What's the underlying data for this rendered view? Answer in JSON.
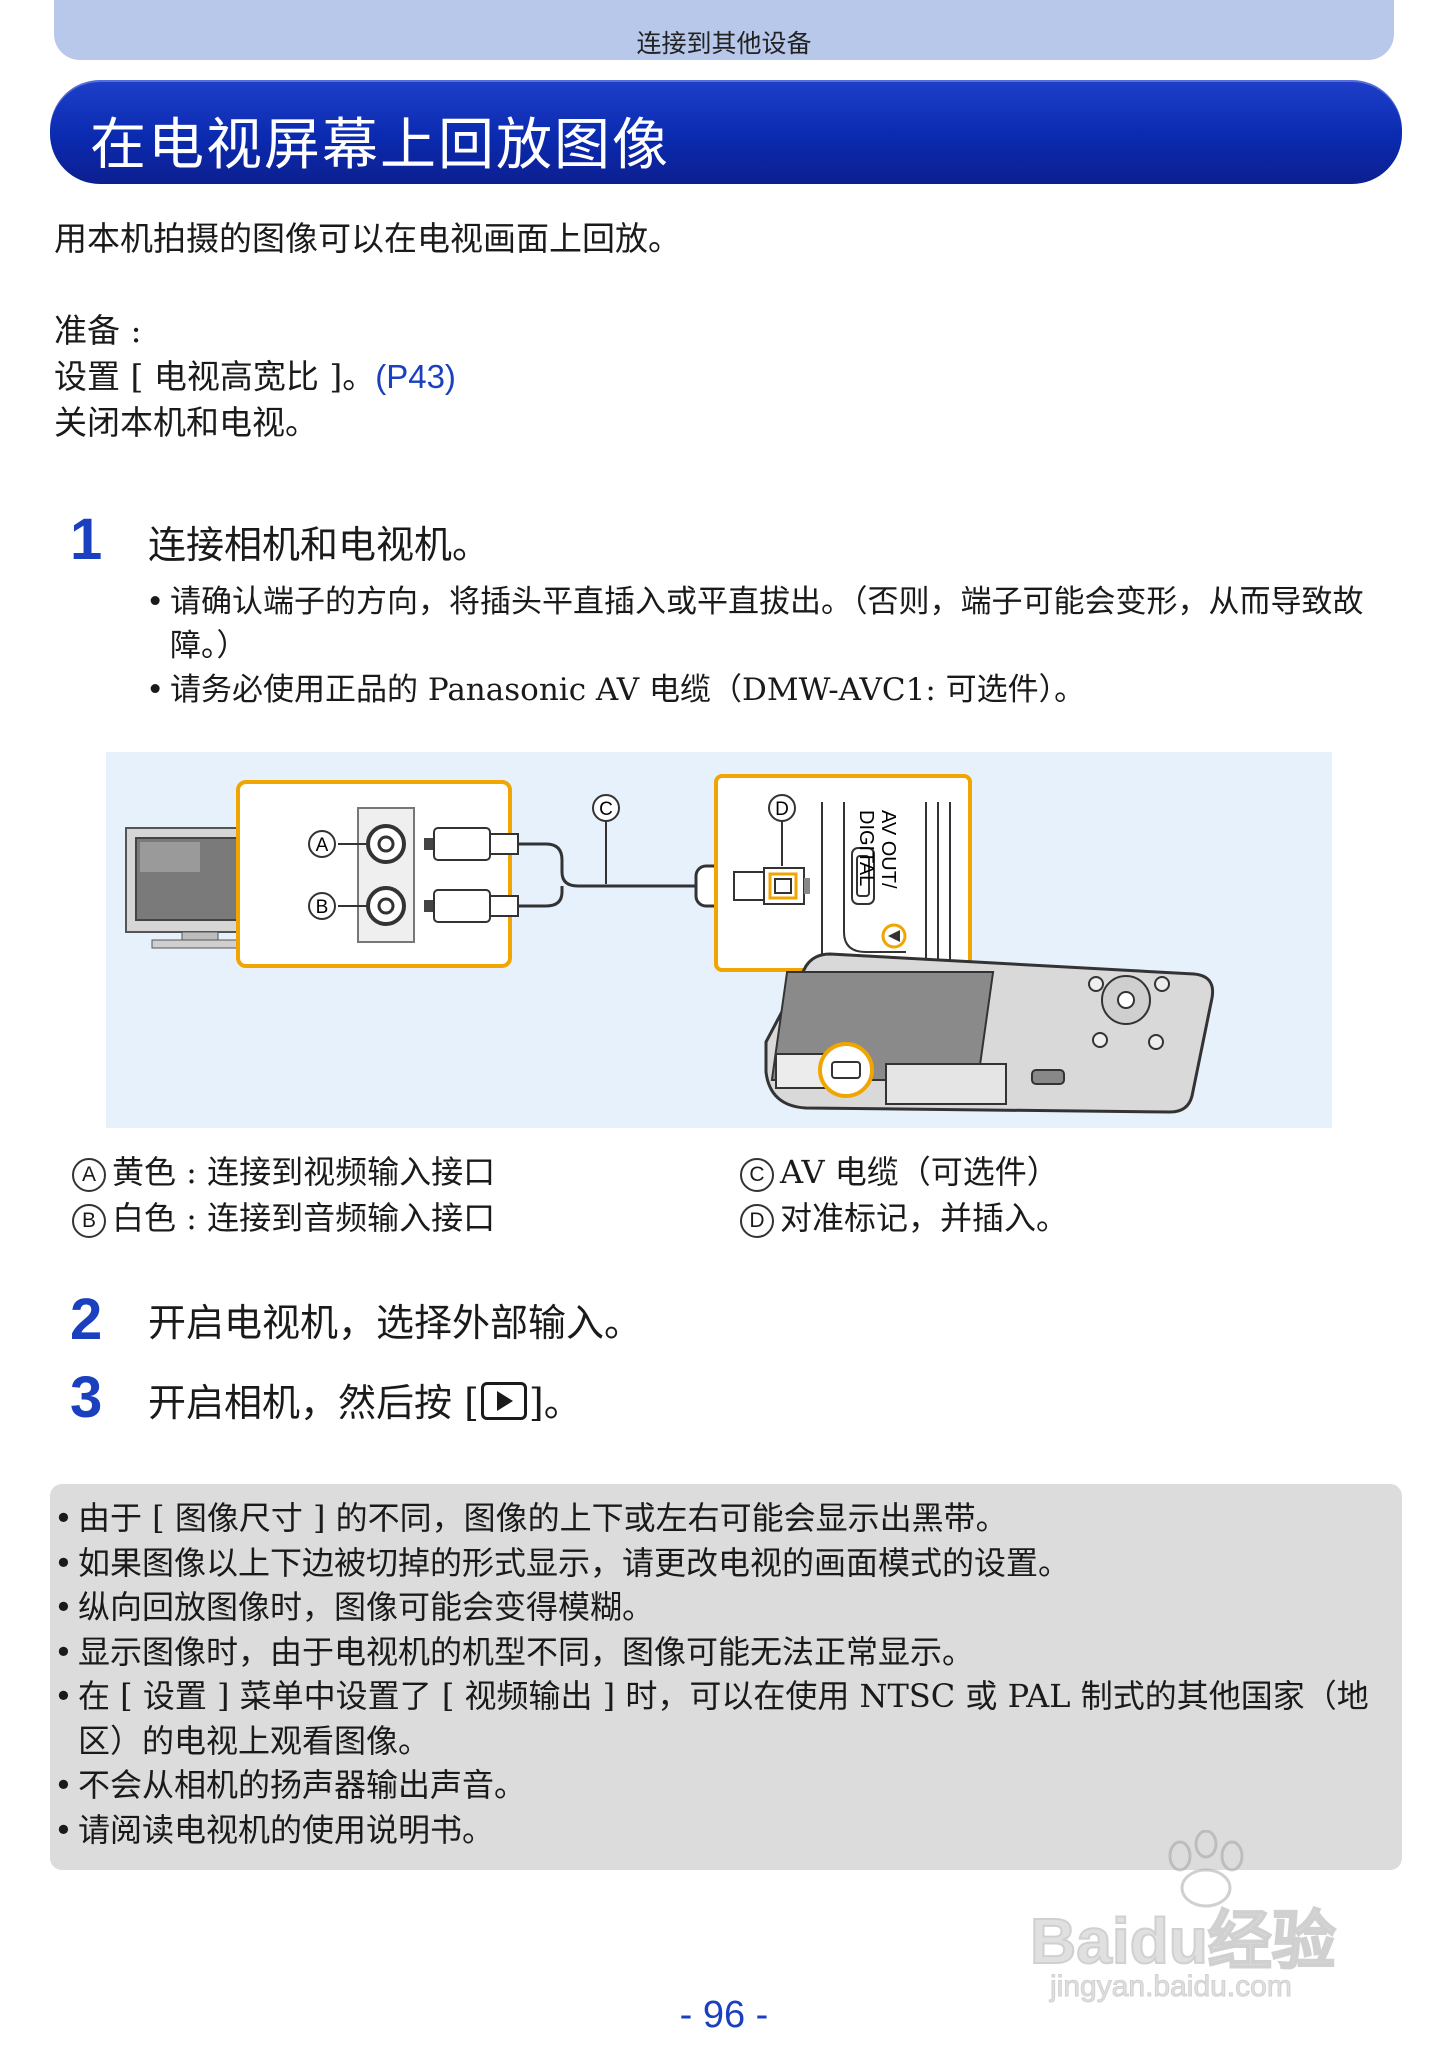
{
  "header": {
    "section": "连接到其他设备",
    "title": "在电视屏幕上回放图像"
  },
  "intro": "用本机拍摄的图像可以在电视画面上回放。",
  "prep": {
    "label": "准备 :",
    "line1_prefix": "设置 [ 电视高宽比 ]。",
    "line1_link": "(P43)",
    "line2": "关闭本机和电视。"
  },
  "steps": [
    {
      "num": "1",
      "text": "连接相机和电视机。",
      "bullets": [
        "请确认端子的方向，将插头平直插入或平直拔出。（否则，端子可能会变形，从而导致故障。）",
        "请务必使用正品的 Panasonic AV 电缆（DMW-AVC1: 可选件）。"
      ]
    },
    {
      "num": "2",
      "text": "开启电视机，选择外部输入。"
    },
    {
      "num": "3",
      "text_prefix": "开启相机，然后按 [",
      "text_suffix": "]。",
      "icon": "play-icon"
    }
  ],
  "diagram": {
    "markers": [
      "A",
      "B",
      "C",
      "D"
    ],
    "port_label_1": "AV OUT/",
    "port_label_2": "DIGITAL",
    "colors": {
      "highlight": "#f0a500",
      "background": "#e6f1fb"
    }
  },
  "legend": [
    {
      "marker": "A",
      "text": "黄色 : 连接到视频输入接口"
    },
    {
      "marker": "B",
      "text": "白色 : 连接到音频输入接口"
    },
    {
      "marker": "C",
      "text": "AV 电缆（可选件）"
    },
    {
      "marker": "D",
      "text": "对准标记，并插入。"
    }
  ],
  "notes": [
    "由于 [ 图像尺寸 ] 的不同，图像的上下或左右可能会显示出黑带。",
    "如果图像以上下边被切掉的形式显示，请更改电视的画面模式的设置。",
    "纵向回放图像时，图像可能会变得模糊。",
    "显示图像时，由于电视机的机型不同，图像可能无法正常显示。",
    "在 [ 设置 ] 菜单中设置了 [ 视频输出 ] 时，可以在使用 NTSC 或 PAL 制式的其他国家（地区）的电视上观看图像。",
    "不会从相机的扬声器输出声音。",
    "请阅读电视机的使用说明书。"
  ],
  "page_number": "- 96 -",
  "watermark": {
    "brand": "Baidu经验",
    "url": "jingyan.baidu.com"
  }
}
